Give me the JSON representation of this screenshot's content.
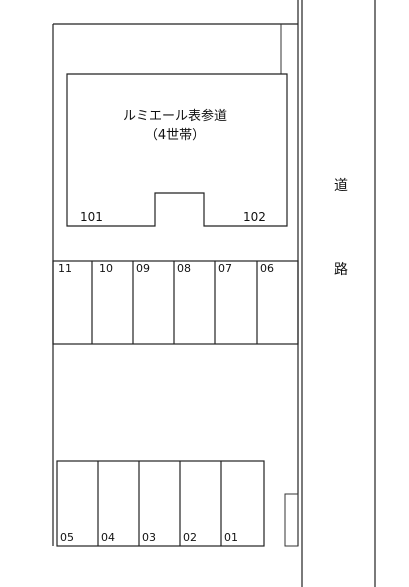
{
  "building": {
    "name": "ルミエール表参道",
    "units_note": "（4世帯）",
    "units": [
      "101",
      "102"
    ]
  },
  "road_label": [
    "道",
    "路"
  ],
  "parking_upper": [
    "11",
    "10",
    "09",
    "08",
    "07",
    "06"
  ],
  "parking_lower": [
    "05",
    "04",
    "03",
    "02",
    "01"
  ]
}
